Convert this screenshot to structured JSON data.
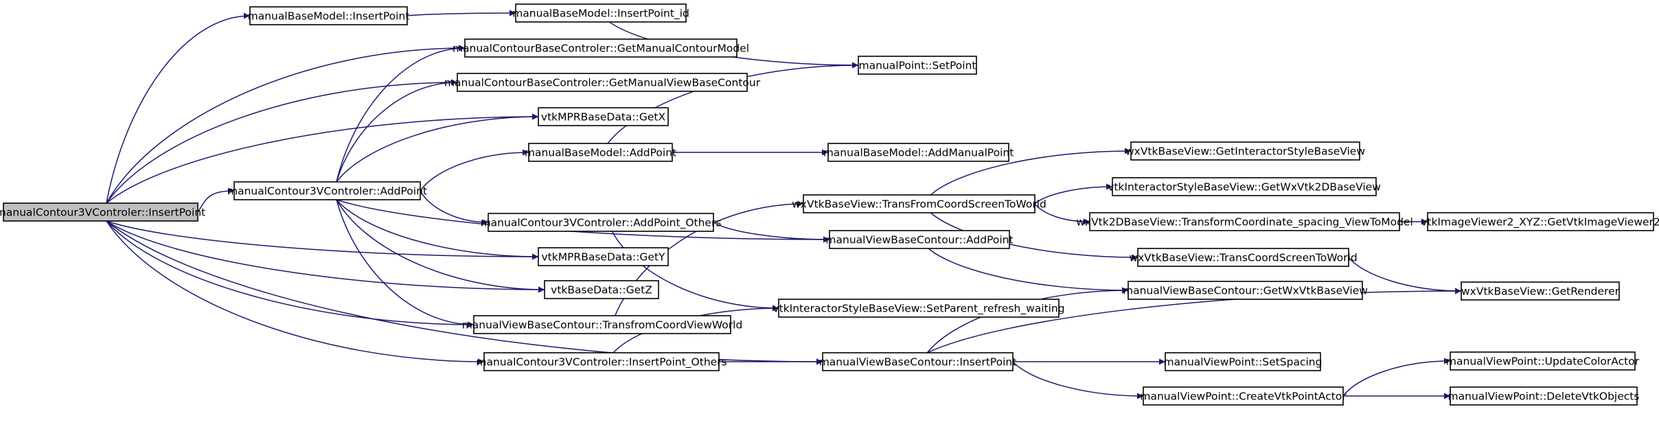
{
  "graph": {
    "colors": {
      "edge": "#191970",
      "node_border": "#000000",
      "root_fill": "#bfbfbf",
      "node_fill": "#ffffff"
    },
    "nodes": [
      {
        "id": "root",
        "label": "manualContour3VControler::InsertPoint",
        "root": true
      },
      {
        "id": "mbm_insert",
        "label": "manualBaseModel::InsertPoint"
      },
      {
        "id": "mbm_insert_id",
        "label": "manualBaseModel::InsertPoint_id"
      },
      {
        "id": "mp_setpoint",
        "label": "manualPoint::SetPoint"
      },
      {
        "id": "mcbc_getmodel",
        "label": "manualContourBaseControler::GetManualContourModel"
      },
      {
        "id": "mcbc_getview",
        "label": "manualContourBaseControler::GetManualViewBaseContour"
      },
      {
        "id": "getx",
        "label": "vtkMPRBaseData::GetX"
      },
      {
        "id": "mbm_addpoint",
        "label": "manualBaseModel::AddPoint"
      },
      {
        "id": "mbm_addmanual",
        "label": "manualBaseModel::AddManualPoint"
      },
      {
        "id": "c3v_addpoint",
        "label": "manualContour3VControler::AddPoint"
      },
      {
        "id": "c3v_addothers",
        "label": "manualContour3VControler::AddPoint_Others"
      },
      {
        "id": "gety",
        "label": "vtkMPRBaseData::GetY"
      },
      {
        "id": "getz",
        "label": "vtkBaseData::GetZ"
      },
      {
        "id": "mvbc_transfrom",
        "label": "manualViewBaseContour::TransfromCoordViewWorld"
      },
      {
        "id": "c3v_insothers",
        "label": "manualContour3VControler::InsertPoint_Others"
      },
      {
        "id": "wx_transfrom",
        "label": "wxVtkBaseView::TransFromCoordScreenToWorld"
      },
      {
        "id": "mvbc_addpoint",
        "label": "manualViewBaseContour::AddPoint"
      },
      {
        "id": "isbv_setparent",
        "label": "vtkInteractorStyleBaseView::SetParent_refresh_waiting"
      },
      {
        "id": "mvbc_insert",
        "label": "manualViewBaseContour::InsertPoint"
      },
      {
        "id": "wx_getisbv",
        "label": "wxVtkBaseView::GetInteractorStyleBaseView"
      },
      {
        "id": "isbv_getwx2d",
        "label": "vtkInteractorStyleBaseView::GetWxVtk2DBaseView"
      },
      {
        "id": "wx2d_transform",
        "label": "wxVtk2DBaseView::TransformCoordinate_spacing_ViewToModel"
      },
      {
        "id": "wx_transcoord",
        "label": "wxVtkBaseView::TransCoordScreenToWorld"
      },
      {
        "id": "mvbc_getwx",
        "label": "manualViewBaseContour::GetWxVtkBaseView"
      },
      {
        "id": "mvp_setspacing",
        "label": "manualViewPoint::SetSpacing"
      },
      {
        "id": "mvp_create",
        "label": "manualViewPoint::CreateVtkPointActor"
      },
      {
        "id": "img_getviewer",
        "label": "vtkImageViewer2_XYZ::GetVtkImageViewer2"
      },
      {
        "id": "wx_getrenderer",
        "label": "wxVtkBaseView::GetRenderer"
      },
      {
        "id": "mvp_updatecolor",
        "label": "manualViewPoint::UpdateColorActor"
      },
      {
        "id": "mvp_delete",
        "label": "manualViewPoint::DeleteVtkObjects"
      }
    ],
    "edges": [
      [
        "root",
        "mbm_insert"
      ],
      [
        "root",
        "mcbc_getmodel"
      ],
      [
        "root",
        "mcbc_getview"
      ],
      [
        "root",
        "getx"
      ],
      [
        "root",
        "c3v_addpoint"
      ],
      [
        "root",
        "gety"
      ],
      [
        "root",
        "getz"
      ],
      [
        "root",
        "mvbc_transfrom"
      ],
      [
        "root",
        "c3v_insothers"
      ],
      [
        "root",
        "mvbc_insert"
      ],
      [
        "mbm_insert",
        "mbm_insert_id"
      ],
      [
        "mbm_insert_id",
        "mp_setpoint"
      ],
      [
        "c3v_addpoint",
        "mcbc_getmodel"
      ],
      [
        "c3v_addpoint",
        "mcbc_getview"
      ],
      [
        "c3v_addpoint",
        "getx"
      ],
      [
        "c3v_addpoint",
        "mbm_addpoint"
      ],
      [
        "c3v_addpoint",
        "c3v_addothers"
      ],
      [
        "c3v_addpoint",
        "gety"
      ],
      [
        "c3v_addpoint",
        "getz"
      ],
      [
        "c3v_addpoint",
        "mvbc_transfrom"
      ],
      [
        "c3v_addpoint",
        "mvbc_addpoint"
      ],
      [
        "mbm_addpoint",
        "mp_setpoint"
      ],
      [
        "mbm_addpoint",
        "mbm_addmanual"
      ],
      [
        "c3v_addothers",
        "mvbc_addpoint"
      ],
      [
        "c3v_addothers",
        "isbv_setparent"
      ],
      [
        "mvbc_transfrom",
        "wx_transfrom"
      ],
      [
        "c3v_insothers",
        "isbv_setparent"
      ],
      [
        "c3v_insothers",
        "mvbc_insert"
      ],
      [
        "wx_transfrom",
        "wx_getisbv"
      ],
      [
        "wx_transfrom",
        "isbv_getwx2d"
      ],
      [
        "wx_transfrom",
        "wx2d_transform"
      ],
      [
        "wx_transfrom",
        "wx_transcoord"
      ],
      [
        "wx2d_transform",
        "img_getviewer"
      ],
      [
        "wx_transcoord",
        "wx_getrenderer"
      ],
      [
        "mvbc_addpoint",
        "mvbc_getwx"
      ],
      [
        "mvbc_insert",
        "mvbc_getwx"
      ],
      [
        "mvbc_insert",
        "wx_getrenderer"
      ],
      [
        "mvbc_insert",
        "mvp_setspacing"
      ],
      [
        "mvbc_insert",
        "mvp_create"
      ],
      [
        "mvp_create",
        "mvp_updatecolor"
      ],
      [
        "mvp_create",
        "mvp_delete"
      ]
    ]
  }
}
